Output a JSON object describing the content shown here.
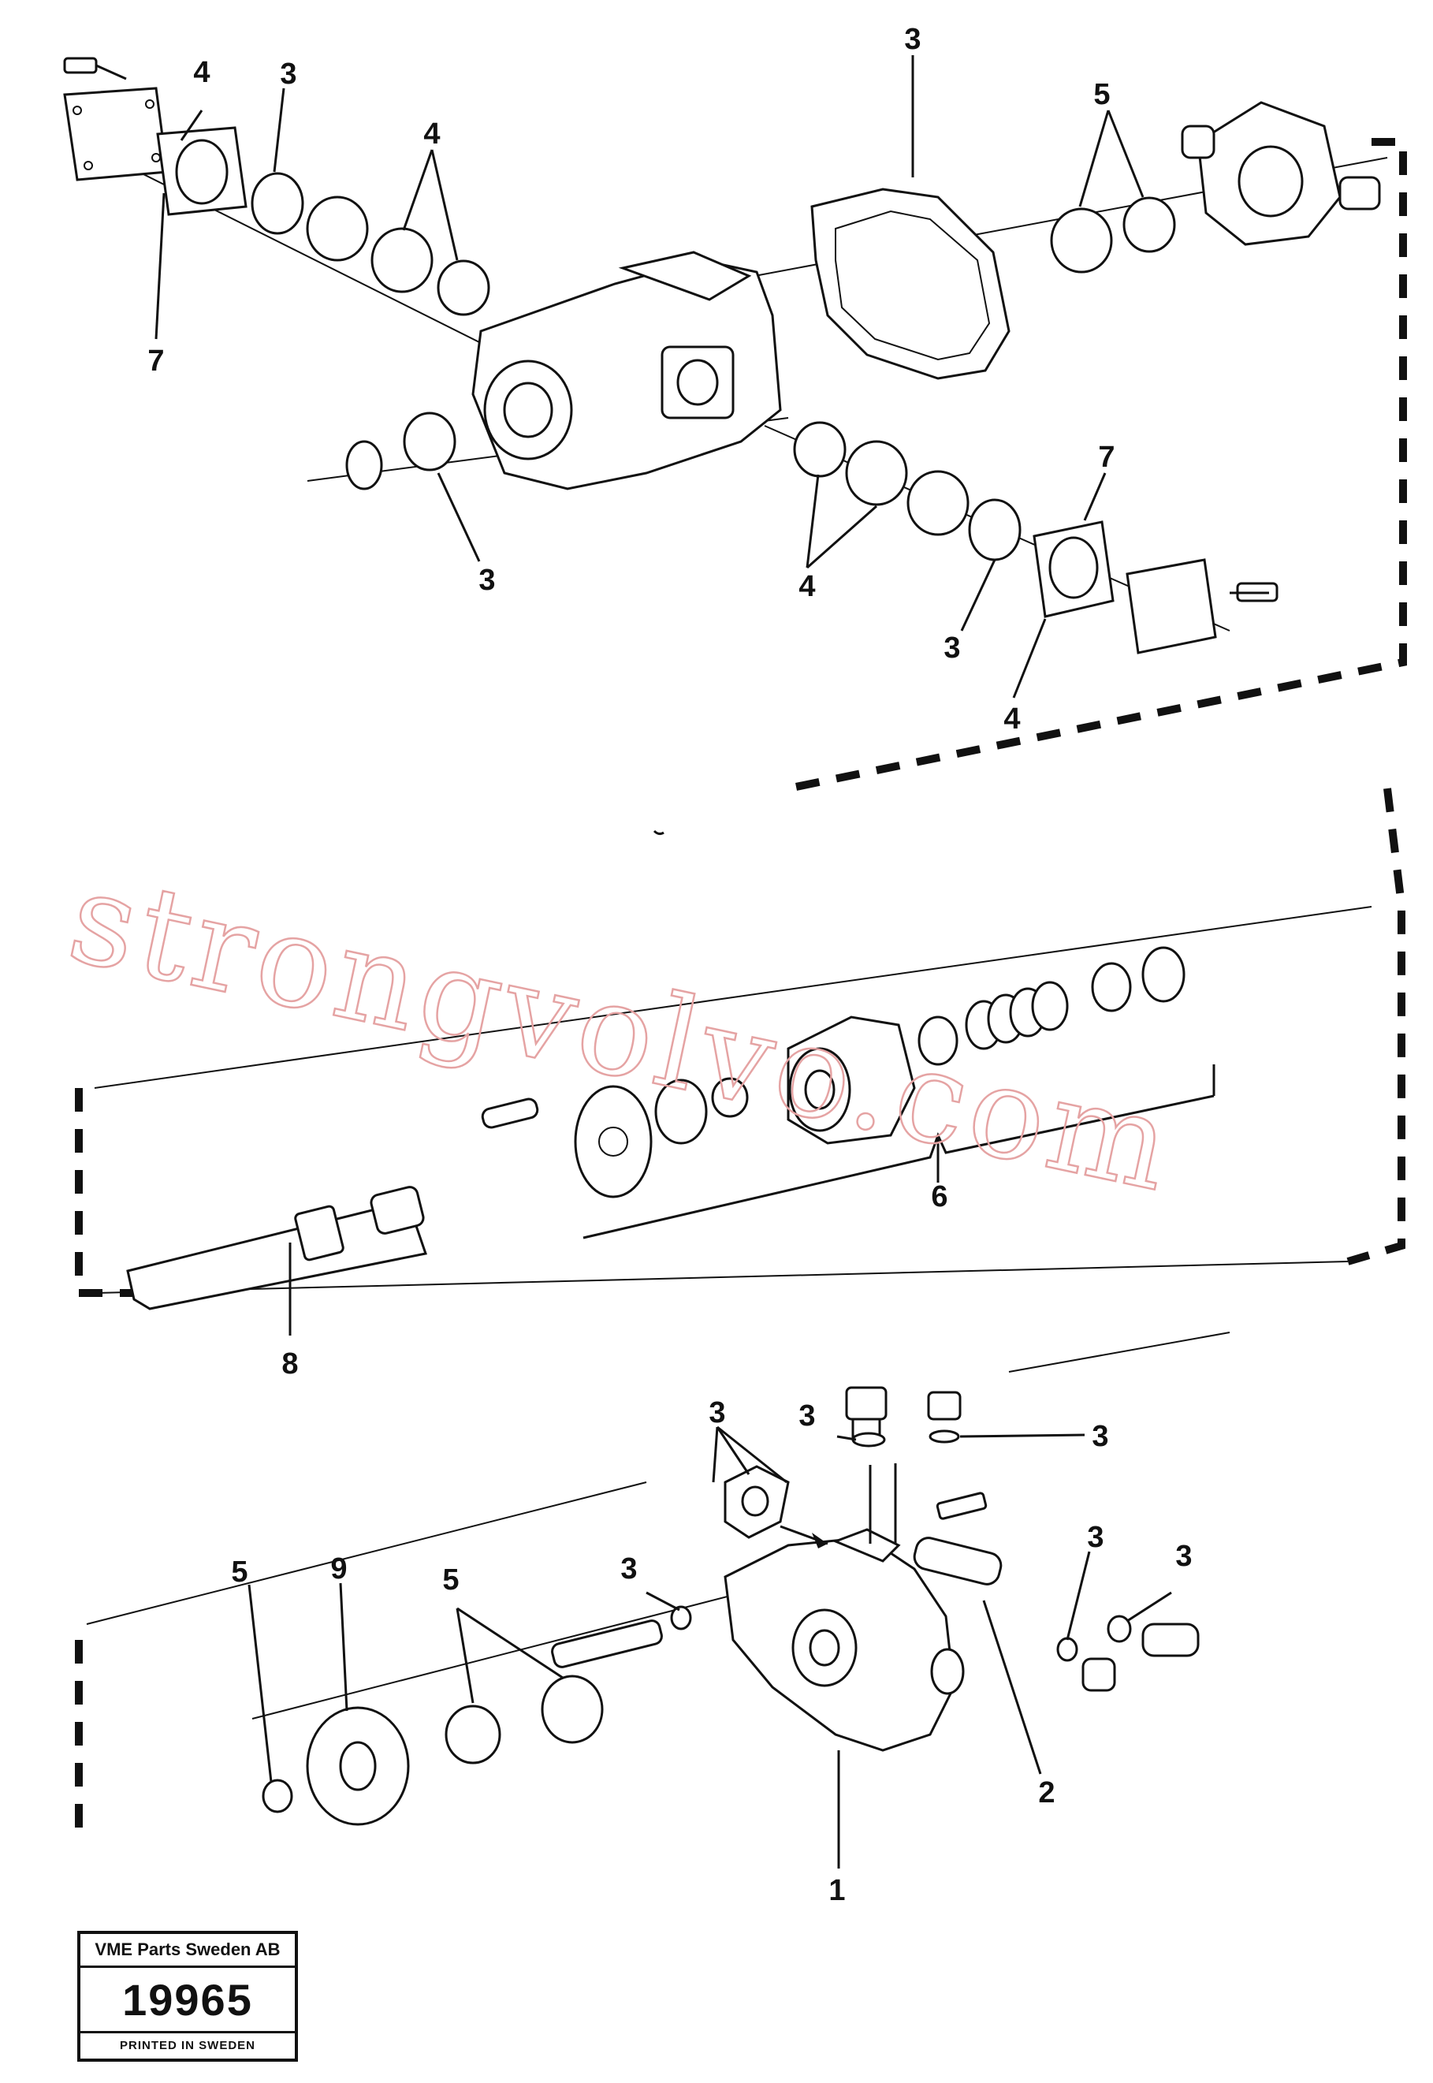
{
  "watermark": "strongvolvo.com",
  "callouts": [
    "3",
    "4",
    "3",
    "4",
    "5",
    "7",
    "3",
    "7",
    "4",
    "3",
    "4",
    "6",
    "8",
    "3",
    "3",
    "3",
    "3",
    "3",
    "3",
    "5",
    "9",
    "5",
    "2",
    "1"
  ],
  "stamp": {
    "company": "VME Parts Sweden AB",
    "number": "19965",
    "printed": "PRINTED IN SWEDEN"
  }
}
